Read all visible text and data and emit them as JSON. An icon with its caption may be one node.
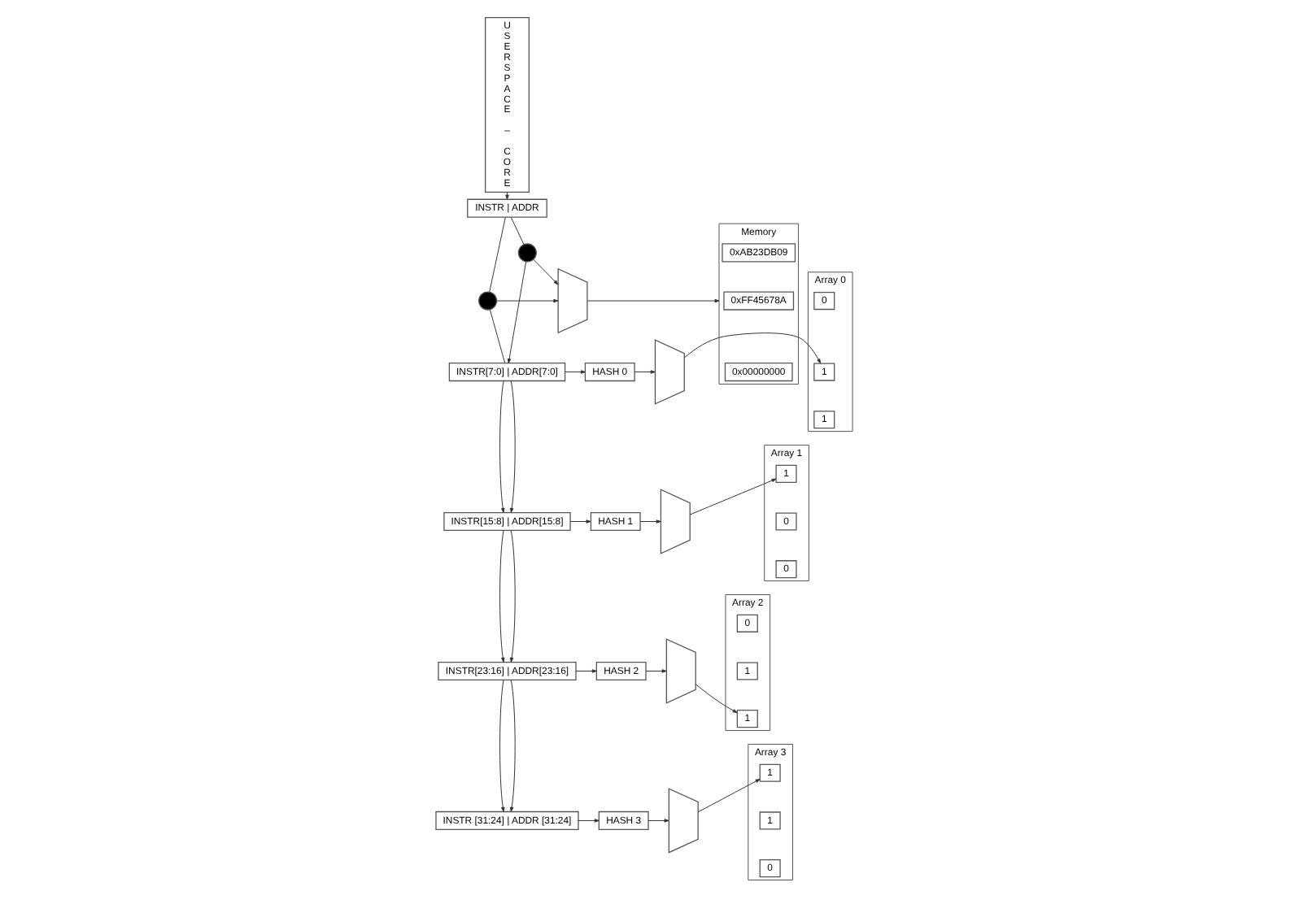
{
  "diagram": {
    "nodes": [
      {
        "text": [
          "USERSPACE – CORE"
        ]
      },
      {
        "text": [
          "INSTR | ADDR"
        ]
      },
      {
        "text": [],
        "shape": "circle"
      },
      {
        "text": [],
        "shape": "circle"
      },
      {
        "text": [],
        "shape": "trapezoid"
      },
      {
        "text": [
          "Memory"
        ]
      },
      {
        "text": [
          "0xAB23DB09"
        ],
        "in": 5
      },
      {
        "text": [
          "0xFF45678A"
        ],
        "in": 5
      },
      {
        "text": [
          "0x00000000"
        ],
        "in": 5
      },
      {
        "text": [
          "INSTR[7:0] | ADDR[7:0]"
        ]
      },
      {
        "text": [
          "INSTR[15:8] | ADDR[15:8]"
        ]
      },
      {
        "text": [
          "INSTR[23:16] | ADDR[23:16]"
        ]
      },
      {
        "text": [
          "INSTR [31:24] | ADDR [31:24]"
        ]
      },
      {
        "text": [
          "HASH 0"
        ]
      },
      {
        "text": [
          "HASH 1"
        ]
      },
      {
        "text": [
          "HASH 2"
        ]
      },
      {
        "text": [
          "HASH 3"
        ]
      },
      {
        "text": [],
        "shape": "trapezoid"
      },
      {
        "text": [],
        "shape": "trapezoid"
      },
      {
        "text": [],
        "shape": "trapezoid"
      },
      {
        "text": [],
        "shape": "trapezoid"
      },
      {
        "text": [
          "Array 0"
        ]
      },
      {
        "text": [
          "0"
        ],
        "in": 21
      },
      {
        "text": [
          "1"
        ],
        "in": 21
      },
      {
        "text": [
          "1"
        ],
        "in": 21
      },
      {
        "text": [
          "Array 1"
        ]
      },
      {
        "text": [
          "1"
        ],
        "in": 25
      },
      {
        "text": [
          "0"
        ],
        "in": 25
      },
      {
        "text": [
          "0"
        ],
        "in": 25
      },
      {
        "text": [
          "Array 2"
        ]
      },
      {
        "text": [
          "0"
        ],
        "in": 29
      },
      {
        "text": [
          "1"
        ],
        "in": 29
      },
      {
        "text": [
          "1"
        ],
        "in": 29
      },
      {
        "text": [
          "Array 3"
        ]
      },
      {
        "text": [
          "1"
        ],
        "in": 33
      },
      {
        "text": [
          "1"
        ],
        "in": 33
      },
      {
        "text": [
          "0"
        ],
        "in": 33
      }
    ],
    "edges": [
      {
        "from": 0,
        "to": 1,
        "arrow": "to"
      },
      {
        "from": 1,
        "to": 2,
        "arrow": "none"
      },
      {
        "from": 2,
        "to": 4,
        "arrow": "to"
      },
      {
        "from": 1,
        "to": 3,
        "arrow": "none"
      },
      {
        "from": 3,
        "to": 4,
        "arrow": "to"
      },
      {
        "from": 4,
        "to": 5,
        "arrow": "to"
      },
      {
        "from": 2,
        "to": 9,
        "arrow": "to"
      },
      {
        "from": 3,
        "to": 9,
        "arrow": "none"
      },
      {
        "from": 9,
        "to": 10,
        "arrow": "to"
      },
      {
        "from": 9,
        "to": 10,
        "arrow": "to"
      },
      {
        "from": 10,
        "to": 11,
        "arrow": "to"
      },
      {
        "from": 10,
        "to": 11,
        "arrow": "to"
      },
      {
        "from": 11,
        "to": 12,
        "arrow": "to"
      },
      {
        "from": 11,
        "to": 12,
        "arrow": "to"
      },
      {
        "from": 9,
        "to": 13,
        "arrow": "to"
      },
      {
        "from": 10,
        "to": 14,
        "arrow": "to"
      },
      {
        "from": 11,
        "to": 15,
        "arrow": "to"
      },
      {
        "from": 12,
        "to": 16,
        "arrow": "to"
      },
      {
        "from": 13,
        "to": 17,
        "arrow": "to"
      },
      {
        "from": 14,
        "to": 18,
        "arrow": "to"
      },
      {
        "from": 15,
        "to": 19,
        "arrow": "to"
      },
      {
        "from": 16,
        "to": 20,
        "arrow": "to"
      },
      {
        "from": 17,
        "to": 23,
        "arrow": "to"
      },
      {
        "from": 18,
        "to": 26,
        "arrow": "to"
      },
      {
        "from": 19,
        "to": 32,
        "arrow": "to"
      },
      {
        "from": 20,
        "to": 34,
        "arrow": "to"
      }
    ]
  }
}
